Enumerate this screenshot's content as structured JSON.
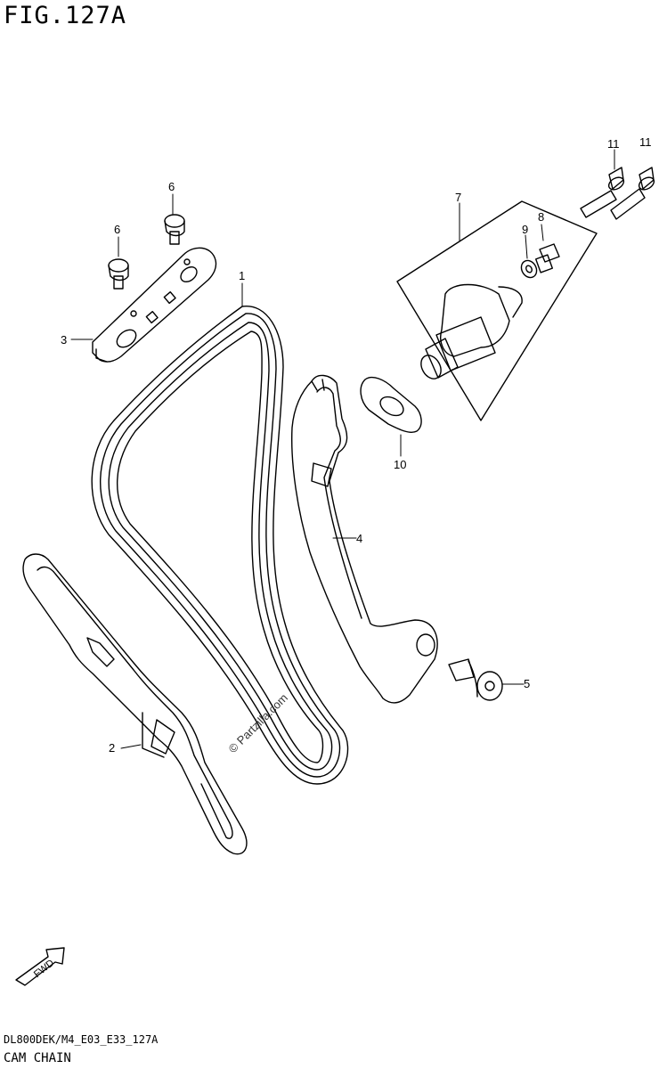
{
  "figure": {
    "title": "FIG.127A",
    "code": "DL800DEK/M4_E03_E33_127A",
    "name": "CAM CHAIN"
  },
  "watermark": "© Partzilla.com",
  "fwd_label": "FWD",
  "callouts": {
    "c1": "1",
    "c2": "2",
    "c3": "3",
    "c4": "4",
    "c5": "5",
    "c6a": "6",
    "c6b": "6",
    "c7": "7",
    "c8": "8",
    "c9": "9",
    "c10": "10",
    "c11a": "11",
    "c11b": "11"
  }
}
